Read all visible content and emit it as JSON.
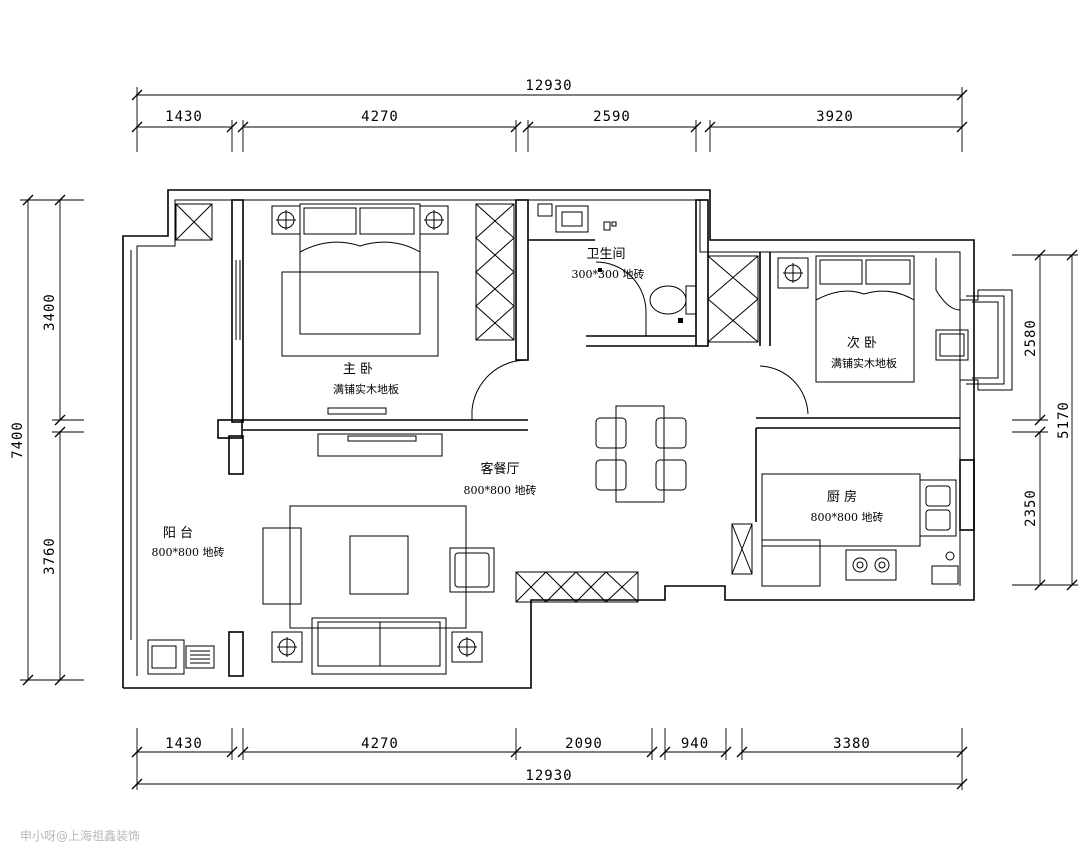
{
  "dimensions": {
    "top_total": "12930",
    "top": [
      "1430",
      "4270",
      "2590",
      "3920"
    ],
    "bottom_total": "12930",
    "bottom": [
      "1430",
      "4270",
      "2090",
      "940",
      "3380"
    ],
    "left_total": "7400",
    "left": [
      "3400",
      "3760"
    ],
    "right_total": "5170",
    "right": [
      "2580",
      "2350"
    ]
  },
  "rooms": {
    "master_bedroom": {
      "name": "主 卧",
      "floor": "满铺实木地板"
    },
    "bathroom": {
      "name": "卫生间",
      "floor": "300*300 地砖"
    },
    "second_bedroom": {
      "name": "次 卧",
      "floor": "满铺实木地板"
    },
    "living_dining": {
      "name": "客餐厅",
      "floor": "800*800 地砖"
    },
    "kitchen": {
      "name": "厨 房",
      "floor": "800*800 地砖"
    },
    "balcony": {
      "name": "阳 台",
      "floor": "800*800 地砖"
    }
  },
  "watermark": "申小呀@上海祖鑫装饰"
}
